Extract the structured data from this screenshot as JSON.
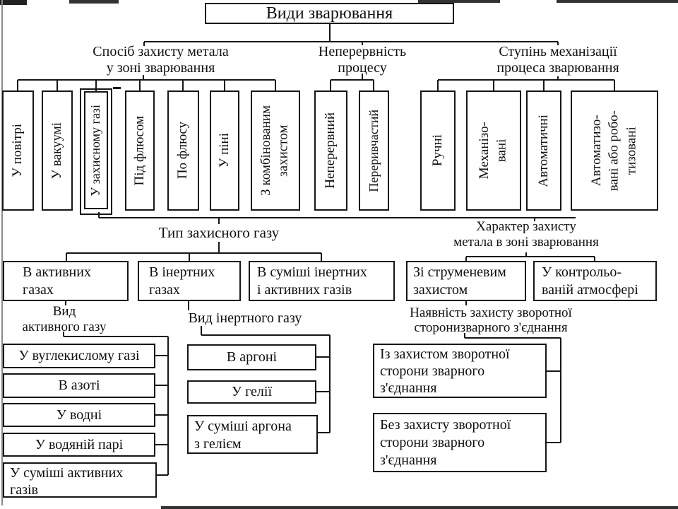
{
  "title": "Види зварювання",
  "branches": {
    "protection": {
      "label": "Спосіб захисту метала\nу зоні зварювання",
      "items": [
        "У повітрі",
        "У вакуумі",
        "У захисному газі",
        "Під флюсом",
        "По флюсу",
        "У піні",
        "З комбінованим\nзахистом"
      ]
    },
    "continuity": {
      "label": "Неперервність\nпроцесу",
      "items": [
        "Неперервний",
        "Переривчастий"
      ]
    },
    "mechanization": {
      "label": "Ступінь механізації\nпроцеса зварювання",
      "items": [
        "Ручні",
        "Механізо-\nвані",
        "Автоматичні",
        "Автоматизо-\nвані або робо-\nтизовані"
      ]
    }
  },
  "gas_type": {
    "label": "Тип захисного газу",
    "items": [
      "В активних\nгазах",
      "В інертних\nгазах",
      "В суміші інертних\nі активних газів"
    ]
  },
  "protection_character": {
    "label": "Характер захисту\nметала в зоні зварювання",
    "items": [
      "Зі струменевим\nзахистом",
      "У контрольо-\nваній атмосфері"
    ]
  },
  "active_gas": {
    "label": "Вид\nактивного газу",
    "items": [
      "У вуглекислому газі",
      "В азоті",
      "У водні",
      "У водяній парі",
      "У суміші активних\nгазів"
    ]
  },
  "inert_gas": {
    "label": "Вид інертного газу",
    "items": [
      "В аргоні",
      "У гелії",
      "У суміші аргона\nз гелієм"
    ]
  },
  "back_protection": {
    "label": "Наявність захисту зворотної\nсторонизварного з'єднання",
    "items": [
      "Із захистом зворотної\nсторони зварного\nз'єднання",
      "Без захисту зворотної\nсторони зварного\nз'єднання"
    ]
  },
  "colors": {
    "line": "#161616",
    "text": "#101010",
    "background": "#ffffff"
  }
}
